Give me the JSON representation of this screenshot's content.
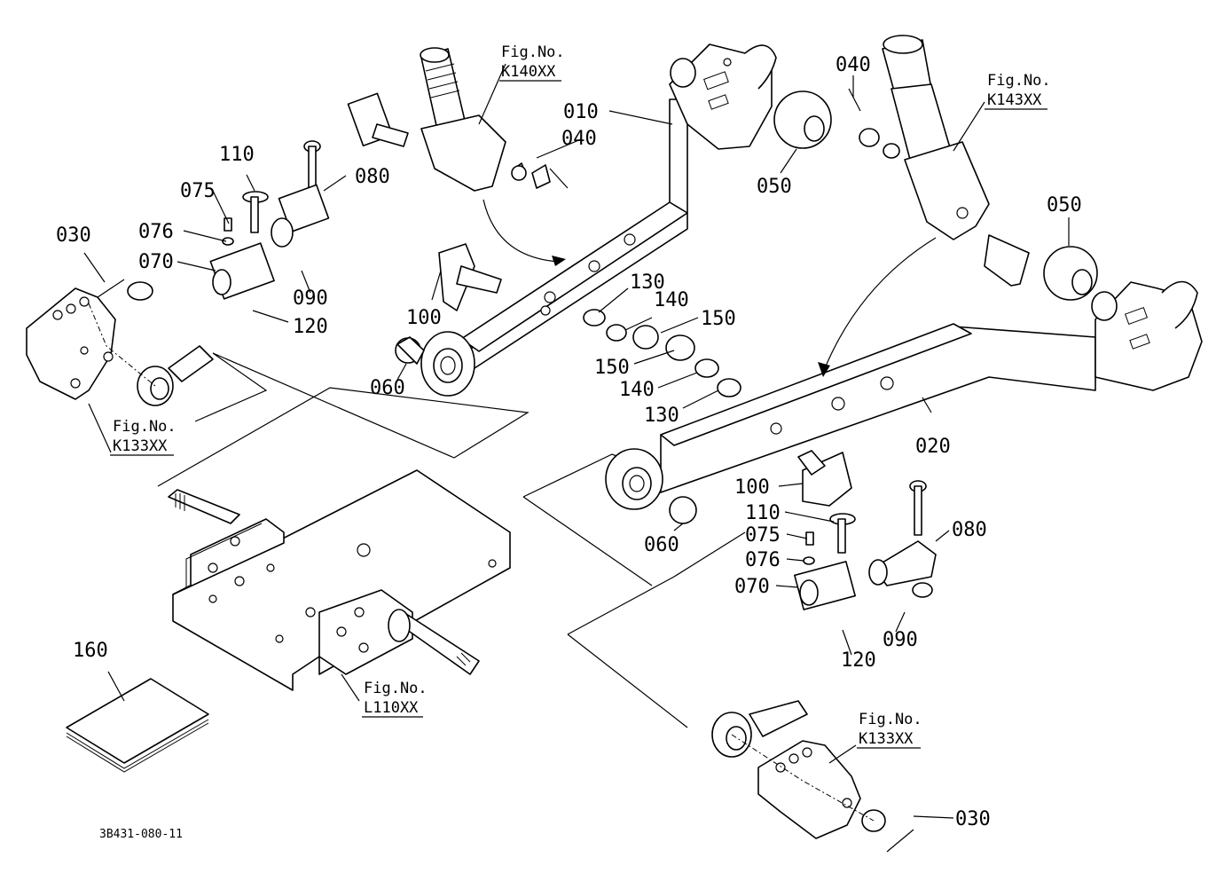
{
  "parts": {
    "p010": "010",
    "p020": "020",
    "p030_left": "030",
    "p030_right": "030",
    "p040_left": "040",
    "p040_right": "040",
    "p050_left": "050",
    "p050_right": "050",
    "p060_left": "060",
    "p060_right": "060",
    "p070_left": "070",
    "p070_right": "070",
    "p075_left": "075",
    "p075_right": "075",
    "p076_left": "076",
    "p076_right": "076",
    "p080_left": "080",
    "p080_right": "080",
    "p090_left": "090",
    "p090_right": "090",
    "p100_left": "100",
    "p100_right": "100",
    "p110_left": "110",
    "p110_right": "110",
    "p120_left": "120",
    "p120_right": "120",
    "p130_upper": "130",
    "p130_lower": "130",
    "p140_upper": "140",
    "p140_lower": "140",
    "p150_upper": "150",
    "p150_lower": "150",
    "p160": "160"
  },
  "figures": {
    "fig_prefix": "Fig.No.",
    "k140": "K140XX",
    "k143": "K143XX",
    "k133_left": "K133XX",
    "k133_right": "K133XX",
    "l110": "L110XX"
  },
  "drawing_code": "3B431-080-11"
}
